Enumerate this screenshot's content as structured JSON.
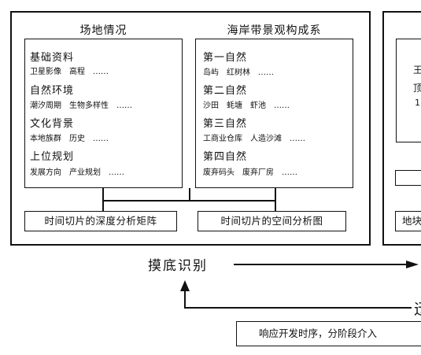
{
  "left_panel": {
    "site_title": "场地情况",
    "site_groups": [
      {
        "category": "基础资料",
        "items": [
          "卫星影像",
          "高程",
          "……"
        ]
      },
      {
        "category": "自然环境",
        "items": [
          "潮汐周期",
          "生物多样性",
          "……"
        ]
      },
      {
        "category": "文化背景",
        "items": [
          "本地族群",
          "历史",
          "……"
        ]
      },
      {
        "category": "上位规划",
        "items": [
          "发展方向",
          "产业规划",
          "……"
        ]
      }
    ],
    "coast_title": "海岸带景观构成系",
    "coast_groups": [
      {
        "category": "第一自然",
        "items": [
          "岛屿",
          "红树林",
          "……"
        ]
      },
      {
        "category": "第二自然",
        "items": [
          "沙田",
          "蚝塘",
          "虾池",
          "……"
        ]
      },
      {
        "category": "第三自然",
        "items": [
          "工商业仓库",
          "人造沙滩",
          "……"
        ]
      },
      {
        "category": "第四自然",
        "items": [
          "废弃码头",
          "废弃厂房",
          "……"
        ]
      }
    ],
    "matrix_label": "时间切片的深度分析矩阵",
    "spatial_label": "时间切片的空间分析图"
  },
  "right_panel": {
    "partial_glyphs": [
      "王",
      "顶",
      "1"
    ],
    "bottom_label_partial": "地块"
  },
  "flow": {
    "identify_label": "摸底识别",
    "return_glyph": "迂",
    "response_label": "响应开发时序，分阶段介入"
  }
}
